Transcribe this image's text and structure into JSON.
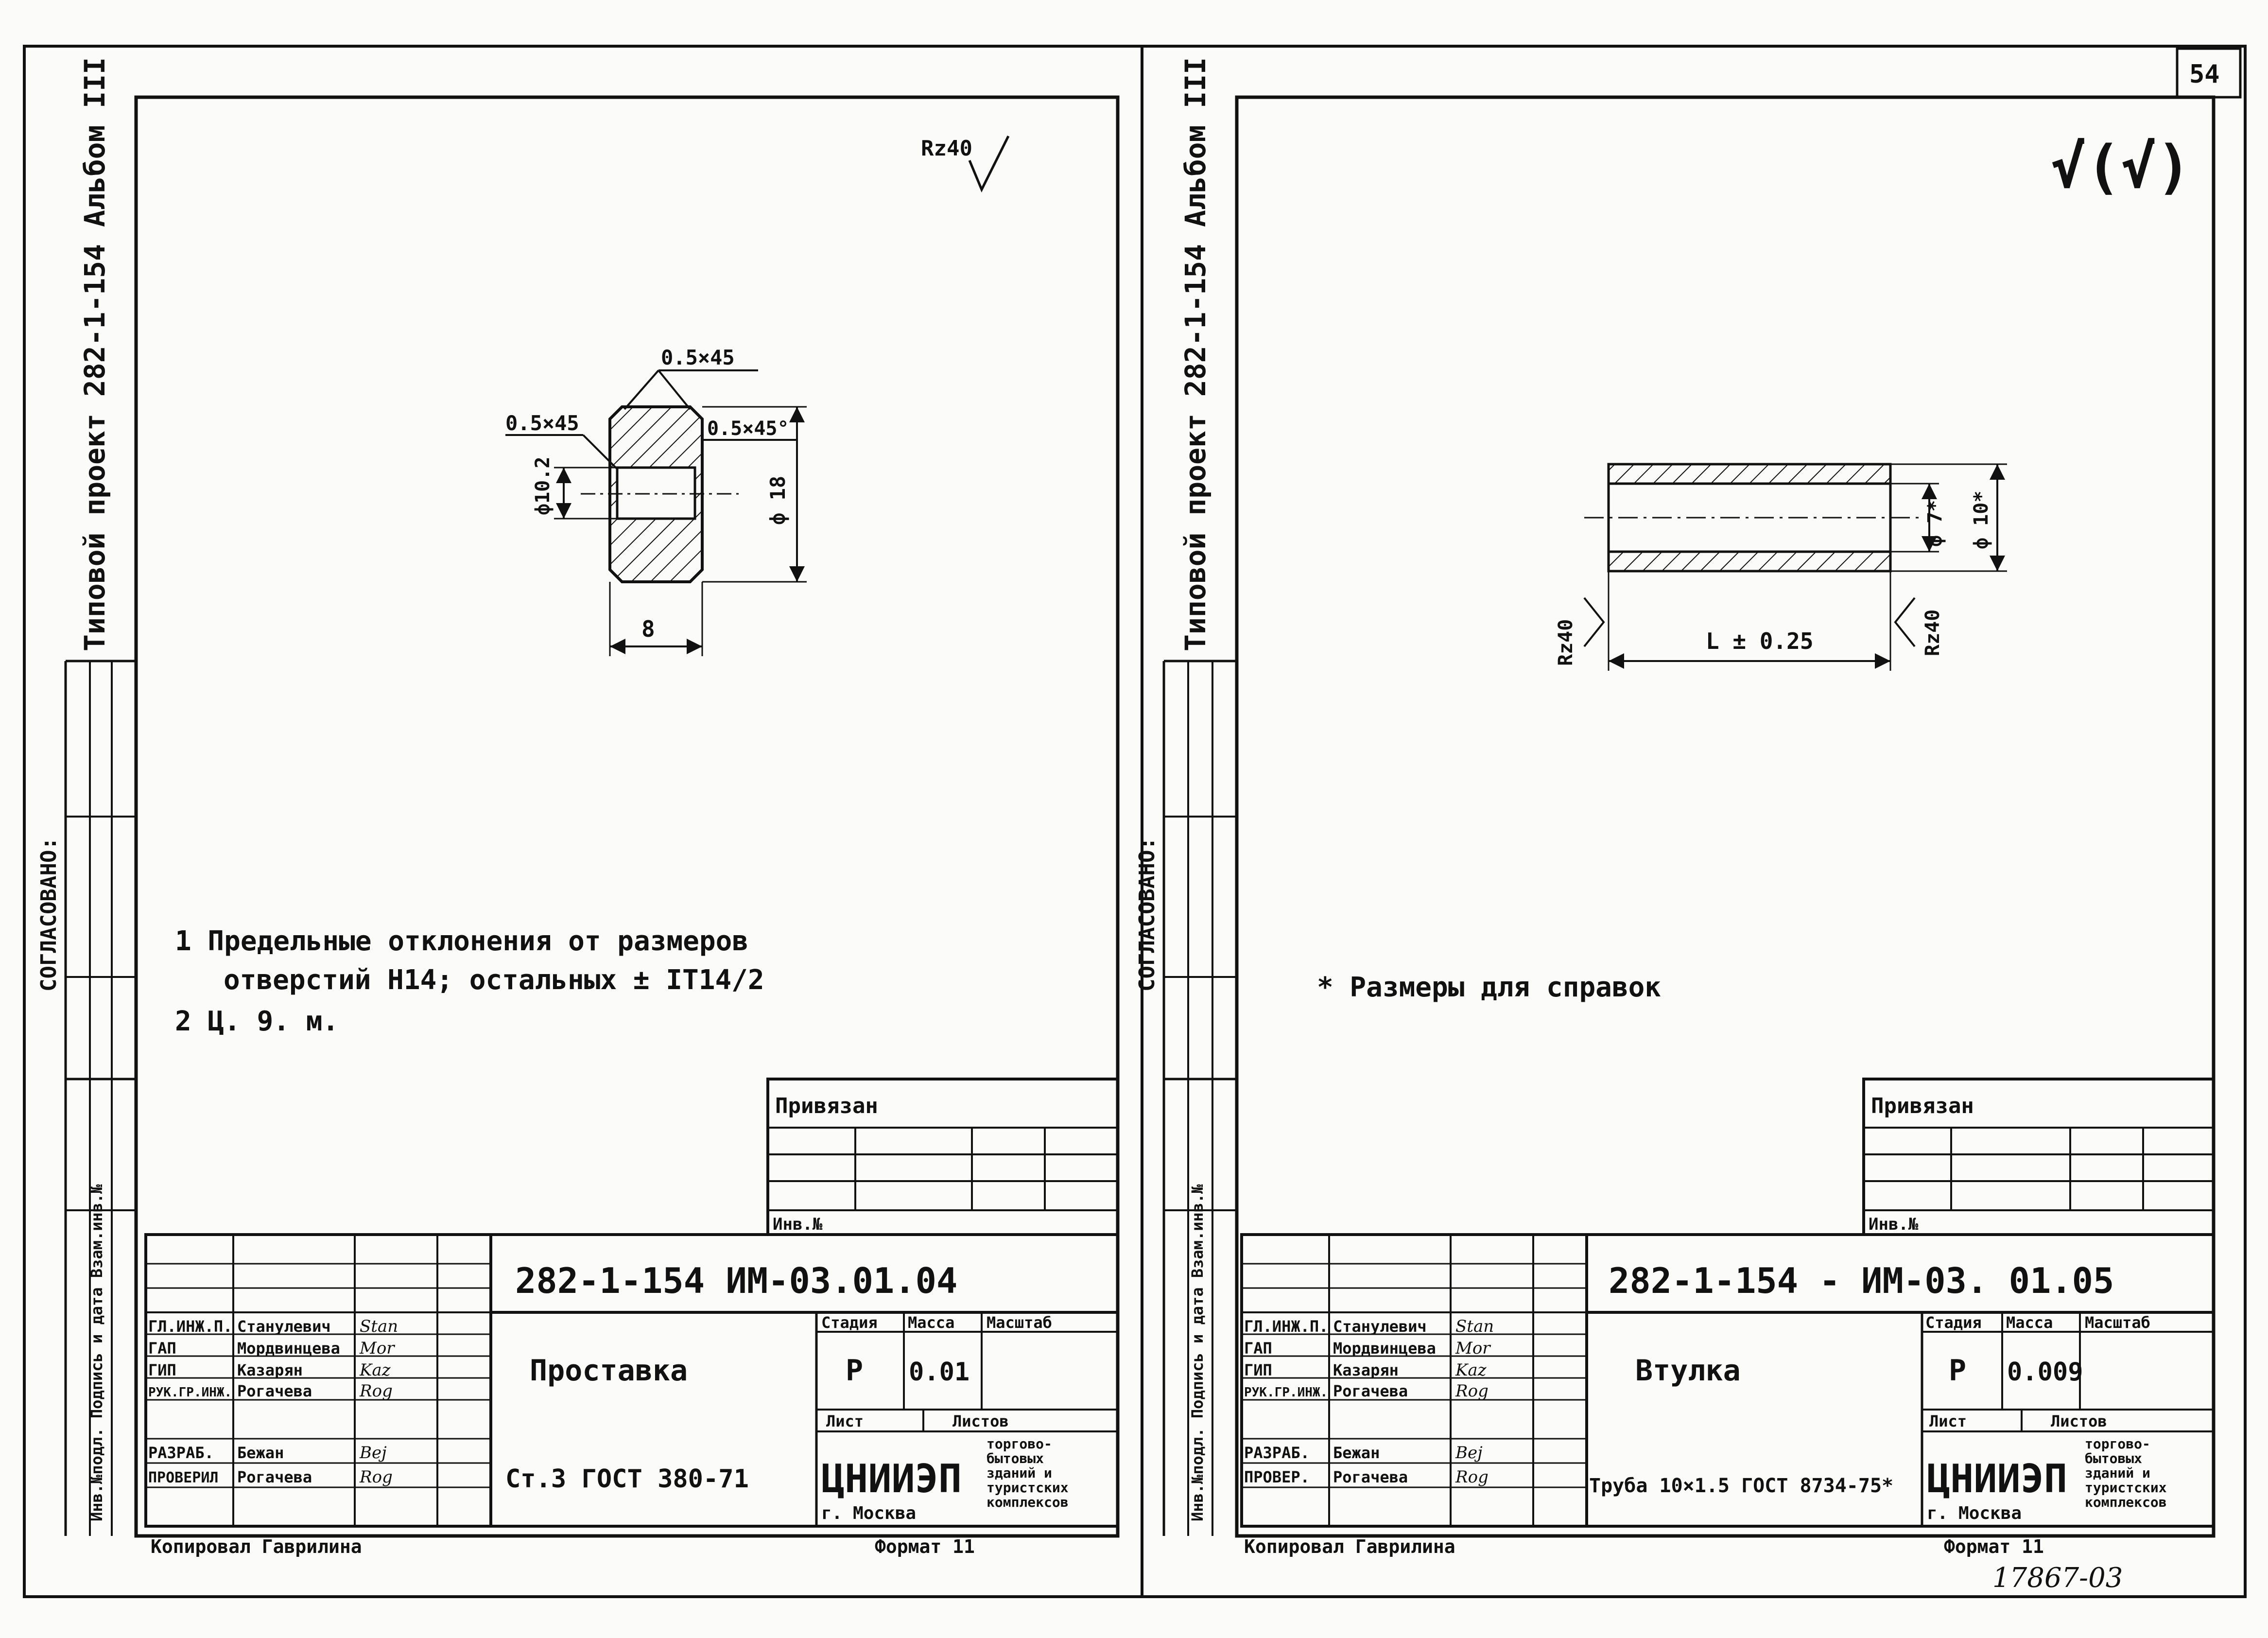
{
  "page_number": "54",
  "footer_note": "17867-03",
  "left_sheet": {
    "side_title": "Типовой проект 282-1-154 Альбом III",
    "side_agreed": "СОГЛАСОВАНО:",
    "side_inv": "Инв.№подл. Подпись и дата Взам.инв.№",
    "roughness": "Rz40",
    "dims": {
      "chamfer_top": "0.5×45",
      "chamfer_left": "0.5×45",
      "chamfer_right": "0.5×45°",
      "bore": "ф10.2",
      "outer": "ф 18",
      "length": "8"
    },
    "notes": [
      "1 Предельные отклонения от размеров",
      "отверстий H14; остальных ± IT14/2",
      "2 Ц. 9. м."
    ],
    "bound": {
      "label": "Привязан",
      "inv": "Инв.№"
    },
    "doc_code": "282-1-154 ИМ-03.01.04",
    "name": "Проставка",
    "material": "Ст.3 ГОСТ 380-71",
    "stage_headers": [
      "Стадия",
      "Масса",
      "Масштаб"
    ],
    "stage": "Р",
    "mass": "0.01",
    "sheet_headers": [
      "Лист",
      "Листов"
    ],
    "org": "ЦНИИЭП",
    "city": "г. Москва",
    "org_dept": [
      "торгово-",
      "бытовых",
      "зданий и",
      "туристских",
      "комплексов"
    ],
    "people": [
      {
        "role": "ГЛ.ИНЖ.П.",
        "name": "Станулевич",
        "sign": "Stan"
      },
      {
        "role": "ГАП",
        "name": "Мордвинцева",
        "sign": "Mor"
      },
      {
        "role": "ГИП",
        "name": "Казарян",
        "sign": "Kaz"
      },
      {
        "role": "РУК.ГР.ИНЖ.",
        "name": "Рогачева",
        "sign": "Rog"
      },
      {
        "role": "",
        "name": "",
        "sign": ""
      },
      {
        "role": "РАЗРАБ.",
        "name": "Бежан",
        "sign": "Bej"
      },
      {
        "role": "ПРОВЕРИЛ",
        "name": "Рогачева",
        "sign": "Rog"
      }
    ],
    "copied": "Копировал Гаврилина",
    "format": "Формат 11"
  },
  "right_sheet": {
    "side_title": "Типовой проект 282-1-154 Альбом III",
    "side_agreed": "СОГЛАСОВАНО:",
    "side_inv": "Инв.№подл. Подпись и дата Взам.инв.№",
    "roughness": "√(√)",
    "dims": {
      "inner": "ф 7*",
      "outer": "ф 10*",
      "length": "L ± 0.25",
      "rz_left": "Rz40",
      "rz_right": "Rz40"
    },
    "notes": [
      "* Размеры для справок"
    ],
    "bound": {
      "label": "Привязан",
      "inv": "Инв.№"
    },
    "doc_code": "282-1-154 - ИМ-03. 01.05",
    "name": "Втулка",
    "material": "Труба 10×1.5 ГОСТ 8734-75*",
    "stage_headers": [
      "Стадия",
      "Масса",
      "Масштаб"
    ],
    "stage": "Р",
    "mass": "0.009",
    "sheet_headers": [
      "Лист",
      "Листов"
    ],
    "org": "ЦНИИЭП",
    "city": "г. Москва",
    "org_dept": [
      "торгово-",
      "бытовых",
      "зданий и",
      "туристских",
      "комплексов"
    ],
    "people": [
      {
        "role": "ГЛ.ИНЖ.П.",
        "name": "Станулевич",
        "sign": "Stan"
      },
      {
        "role": "ГАП",
        "name": "Мордвинцева",
        "sign": "Mor"
      },
      {
        "role": "ГИП",
        "name": "Казарян",
        "sign": "Kaz"
      },
      {
        "role": "РУК.ГР.ИНЖ.",
        "name": "Рогачева",
        "sign": "Rog"
      },
      {
        "role": "",
        "name": "",
        "sign": ""
      },
      {
        "role": "РАЗРАБ.",
        "name": "Бежан",
        "sign": "Bej"
      },
      {
        "role": "ПРОВЕР.",
        "name": "Рогачева",
        "sign": "Rog"
      }
    ],
    "copied": "Копировал Гаврилина",
    "format": "Формат 11"
  }
}
